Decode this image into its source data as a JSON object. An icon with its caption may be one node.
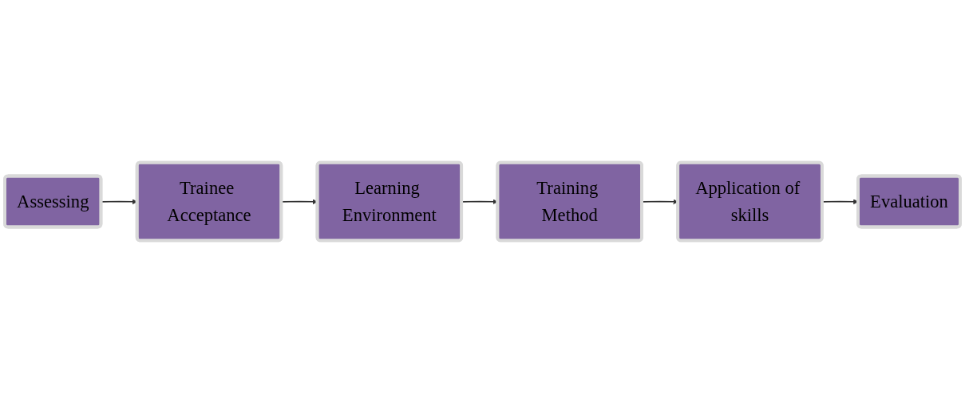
{
  "diagram": {
    "nodes": [
      {
        "text": [
          "Assessing"
        ]
      },
      {
        "text": [
          "Trainee Acceptance"
        ]
      },
      {
        "text": [
          "Learning Environment"
        ]
      },
      {
        "text": [
          "Training Method"
        ]
      },
      {
        "text": [
          "Application of skills"
        ]
      },
      {
        "text": [
          "Evaluation"
        ]
      }
    ],
    "edges": [
      {
        "from": 0,
        "to": 1,
        "arrow": "to"
      },
      {
        "from": 1,
        "to": 2,
        "arrow": "to"
      },
      {
        "from": 2,
        "to": 3,
        "arrow": "to"
      },
      {
        "from": 3,
        "to": 4,
        "arrow": "to"
      },
      {
        "from": 4,
        "to": 5,
        "arrow": "to"
      }
    ]
  }
}
